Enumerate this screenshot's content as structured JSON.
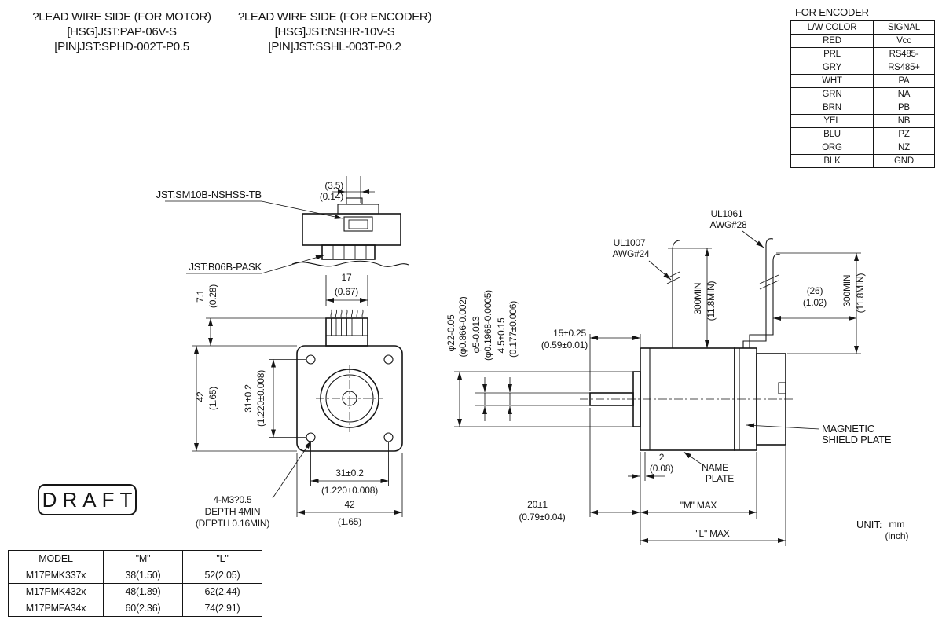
{
  "page": {
    "draft": "DRAFT",
    "unit_label": "UNIT:",
    "unit_mm": "mm",
    "unit_inch": "(inch)"
  },
  "lead_wire": {
    "motor_title": "?LEAD WIRE SIDE (FOR MOTOR)",
    "motor_hsg": "[HSG]JST:PAP-06V-S",
    "motor_pin": "[PIN]JST:SPHD-002T-P0.5",
    "encoder_title": "?LEAD WIRE SIDE (FOR ENCODER)",
    "encoder_hsg": "[HSG]JST:NSHR-10V-S",
    "encoder_pin": "[PIN]JST:SSHL-003T-P0.2"
  },
  "encoder_table": {
    "title": "FOR ENCODER",
    "col_color": "L/W COLOR",
    "col_signal": "SIGNAL",
    "rows": [
      [
        "RED",
        "Vcc"
      ],
      [
        "PRL",
        "RS485-"
      ],
      [
        "GRY",
        "RS485+"
      ],
      [
        "WHT",
        "PA"
      ],
      [
        "GRN",
        "NA"
      ],
      [
        "BRN",
        "PB"
      ],
      [
        "YEL",
        "NB"
      ],
      [
        "BLU",
        "PZ"
      ],
      [
        "ORG",
        "NZ"
      ],
      [
        "BLK",
        "GND"
      ]
    ]
  },
  "connector_detail": {
    "jst_top": "JST:SM10B-NSHSS-TB",
    "jst_bottom": "JST:B06B-PASK",
    "dim_35_mm": "(3.5)",
    "dim_35_in": "(0.14)"
  },
  "front_view": {
    "dim_17_mm": "17",
    "dim_17_in": "(0.67)",
    "dim_71_mm": "7.1",
    "dim_71_in": "(0.28)",
    "dim_42v_mm": "42",
    "dim_42v_in": "(1.65)",
    "dim_31v_mm": "31±0.2",
    "dim_31v_in": "(1.220±0.008)",
    "dim_31h_mm": "31±0.2",
    "dim_31h_in": "(1.220±0.008)",
    "dim_42h_mm": "42",
    "dim_42h_in": "(1.65)",
    "tap_line1": "4-M3?0.5",
    "tap_line2": "DEPTH 4MIN",
    "tap_line3": "(DEPTH 0.16MIN)"
  },
  "side_view": {
    "ul1007": "UL1007",
    "awg24": "AWG#24",
    "ul1061": "UL1061",
    "awg28": "AWG#28",
    "lead_len_motor_mm": "300MIN",
    "lead_len_motor_in": "(11.8MIN)",
    "lead_len_encoder_mm": "300MIN",
    "lead_len_encoder_in": "(11.8MIN)",
    "dim_26_mm": "(26)",
    "dim_26_in": "(1.02)",
    "dim_phi22_mm": "φ22-0.05",
    "dim_phi22_in": "(φ0.866-0.002)",
    "dim_phi5_mm": "φ5-0.013",
    "dim_phi5_in": "(φ0.1968-0.0005)",
    "dim_45_mm": "4.5±0.15",
    "dim_45_in": "(0.177±0.006)",
    "dim_15_mm": "15±0.25",
    "dim_15_in": "(0.59±0.01)",
    "dim_2_mm": "2",
    "dim_2_in": "(0.08)",
    "dim_20_mm": "20±1",
    "dim_20_in": "(0.79±0.04)",
    "name_plate_1": "NAME",
    "name_plate_2": "PLATE",
    "shield_1": "MAGNETIC",
    "shield_2": "SHIELD PLATE",
    "m_max": "\"M\" MAX",
    "l_max": "\"L\" MAX"
  },
  "model_table": {
    "col_model": "MODEL",
    "col_m": "\"M\"",
    "col_l": "\"L\"",
    "rows": [
      [
        "M17PMK337x",
        "38(1.50)",
        "52(2.05)"
      ],
      [
        "M17PMK432x",
        "48(1.89)",
        "62(2.44)"
      ],
      [
        "M17PMFA34x",
        "60(2.36)",
        "74(2.91)"
      ]
    ]
  }
}
